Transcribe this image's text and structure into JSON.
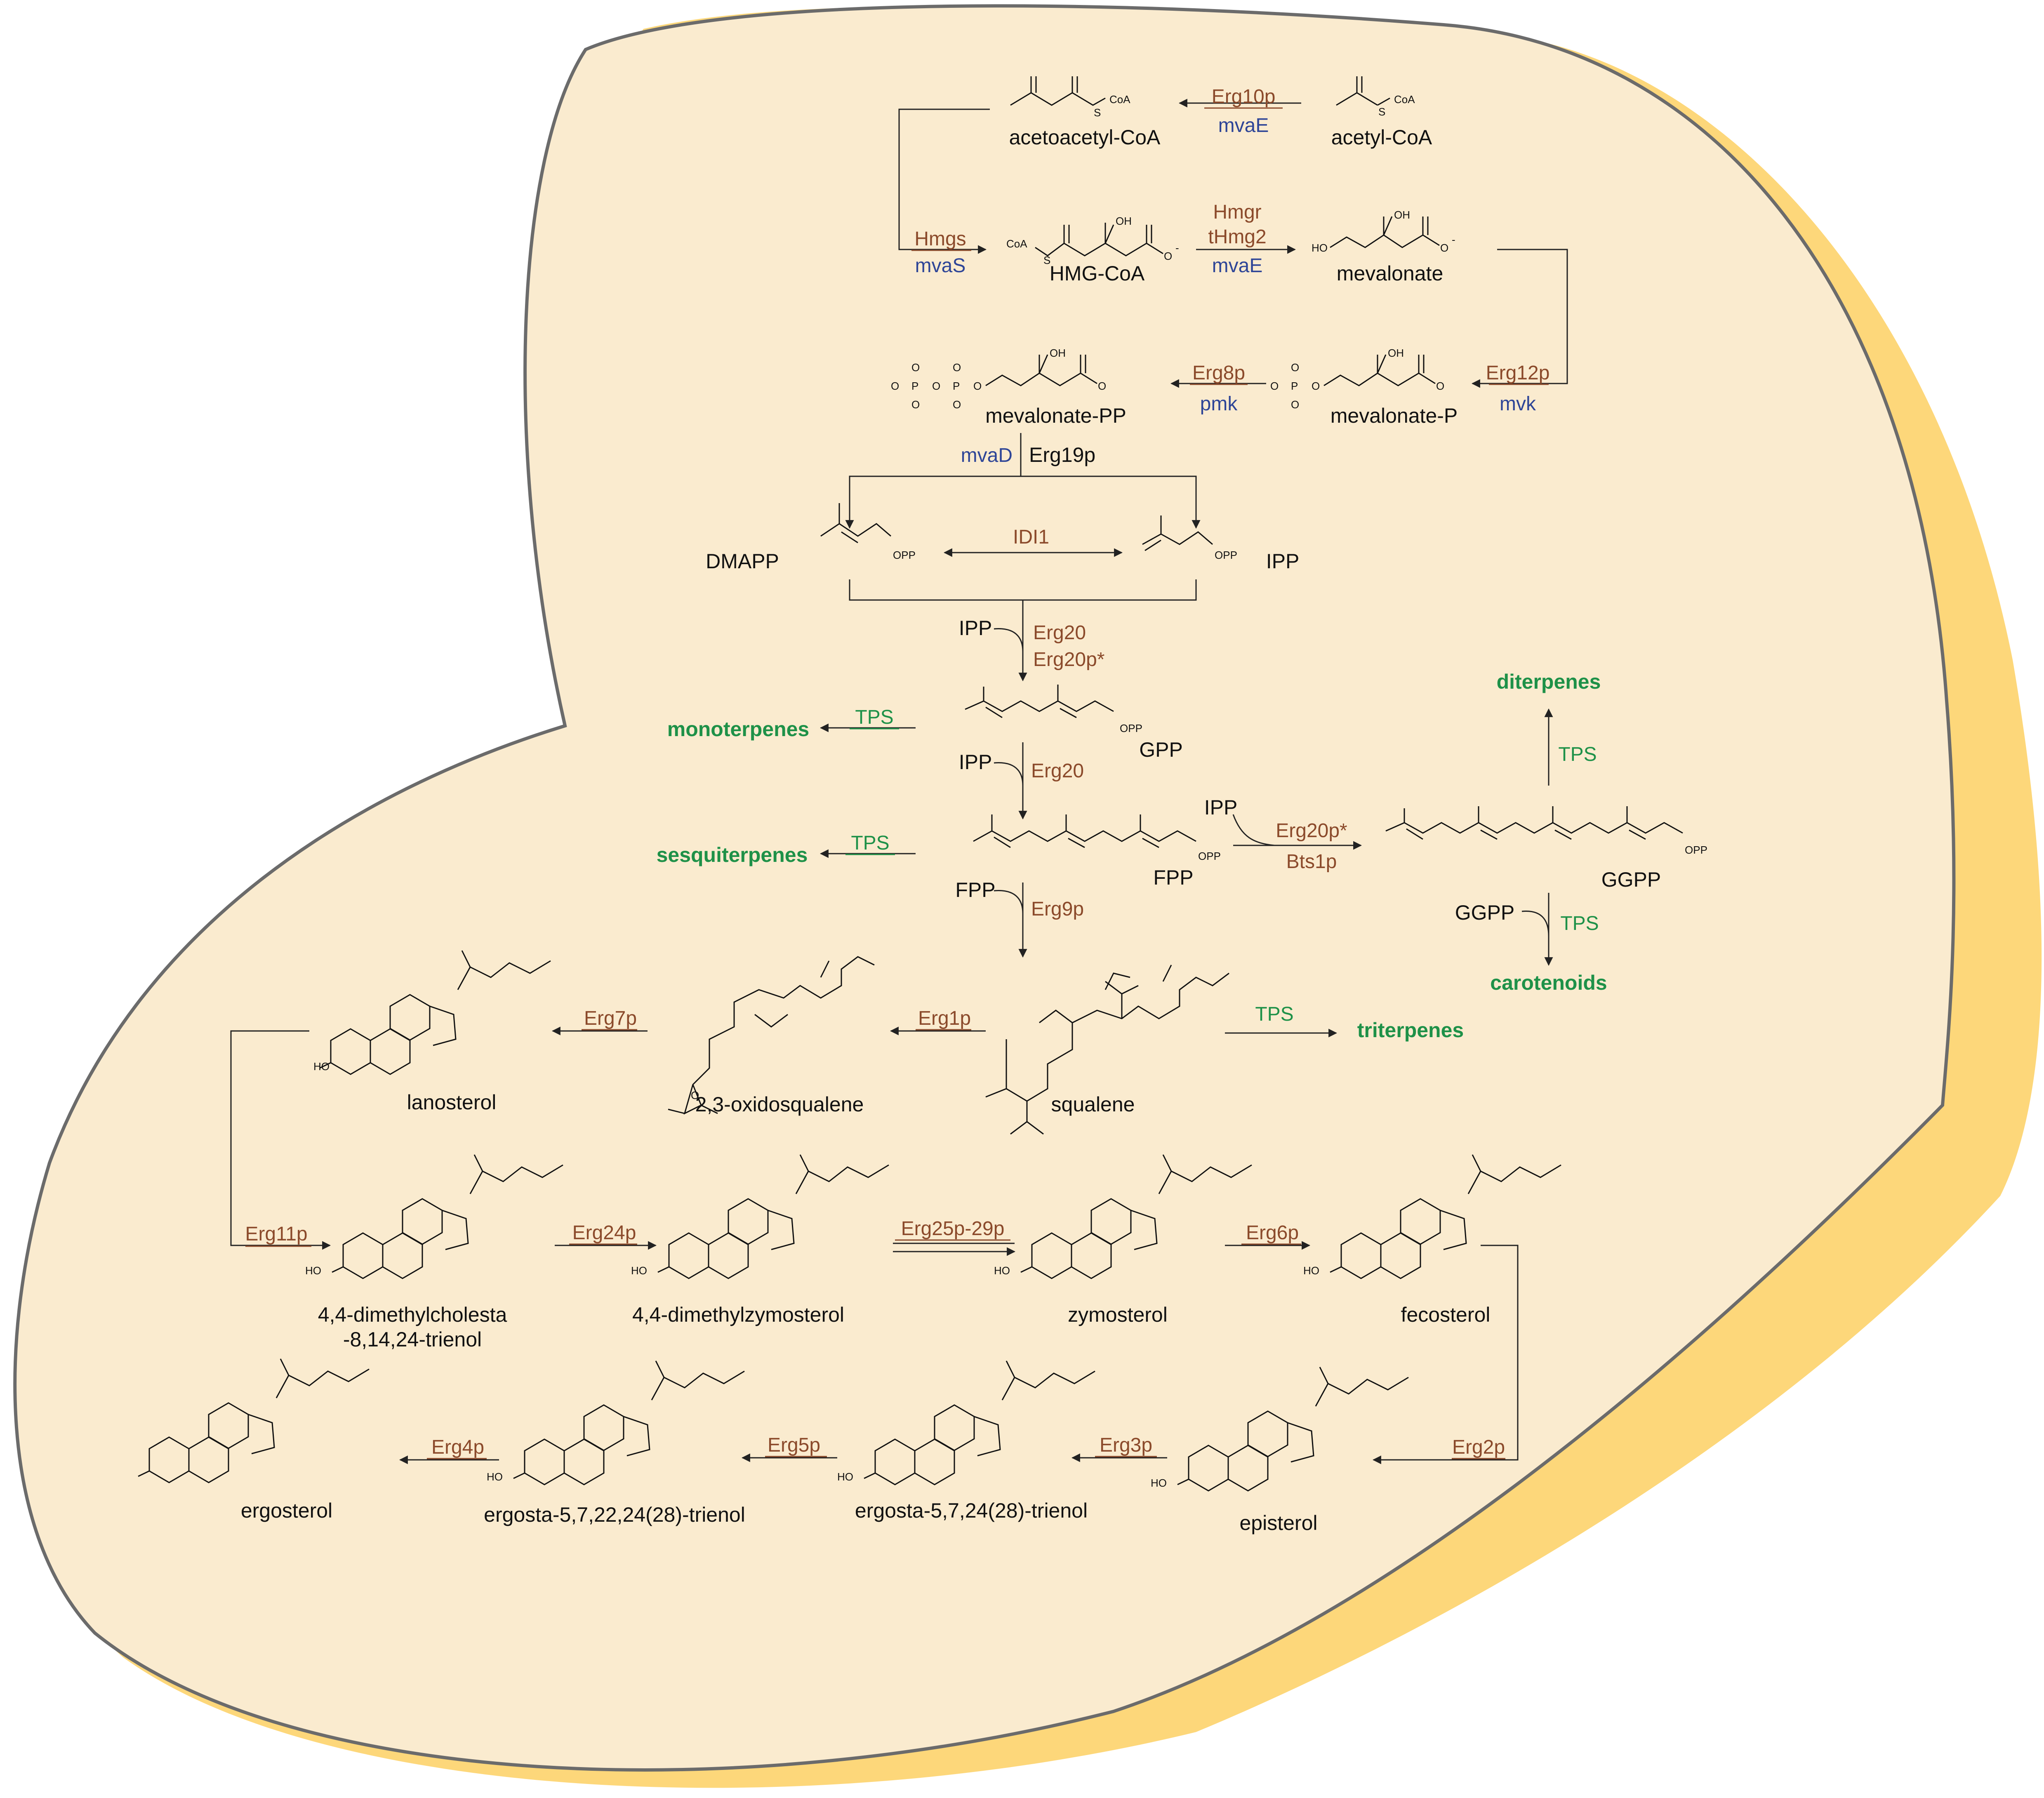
{
  "compounds": {
    "acetoacetyl_coa": "acetoacetyl-CoA",
    "acetyl_coa": "acetyl-CoA",
    "hmg_coa": "HMG-CoA",
    "mevalonate": "mevalonate",
    "mevalonate_pp": "mevalonate-PP",
    "mevalonate_p": "mevalonate-P",
    "dmapp": "DMAPP",
    "ipp": "IPP",
    "gpp": "GPP",
    "fpp": "FPP",
    "ggpp": "GGPP",
    "squalene": "squalene",
    "oxidosqualene": "2,3-oxidosqualene",
    "lanosterol": "lanosterol",
    "dimethylcholesta_1": "4,4-dimethylcholesta",
    "dimethylcholesta_2": "-8,14,24-trienol",
    "dimethylzymosterol": "4,4-dimethylzymosterol",
    "zymosterol": "zymosterol",
    "fecosterol": "fecosterol",
    "episterol": "episterol",
    "ergosta_5_7_24": "ergosta-5,7,24(28)-trienol",
    "ergosta_5_7_22_24": "ergosta-5,7,22,24(28)-trienol",
    "ergosterol": "ergosterol"
  },
  "cosubstrates": {
    "ipp_1": "IPP",
    "ipp_2": "IPP",
    "ipp_3": "IPP",
    "fpp": "FPP",
    "ggpp": "GGPP"
  },
  "enzymes": {
    "erg10p": "Erg10p",
    "mvae_1": "mvaE",
    "hmgs": "Hmgs",
    "mvas": "mvaS",
    "hmgr": "Hmgr",
    "thmg2": "tHmg2",
    "mvae_2": "mvaE",
    "erg12p": "Erg12p",
    "mvk": "mvk",
    "erg8p": "Erg8p",
    "pmk": "pmk",
    "mvad": "mvaD",
    "erg19p": "Erg19p",
    "idi1": "IDI1",
    "erg20_a": "Erg20",
    "erg20p_star_a": "Erg20p*",
    "erg20_b": "Erg20",
    "erg20p_star_b": "Erg20p*",
    "bts1p": "Bts1p",
    "erg9p": "Erg9p",
    "erg1p": "Erg1p",
    "erg7p": "Erg7p",
    "erg11p": "Erg11p",
    "erg24p": "Erg24p",
    "erg25_29p": "Erg25p-29p",
    "erg6p": "Erg6p",
    "erg2p": "Erg2p",
    "erg3p": "Erg3p",
    "erg5p": "Erg5p",
    "erg4p": "Erg4p"
  },
  "tps_labels": {
    "mono": "TPS",
    "sesqui": "TPS",
    "di": "TPS",
    "caro": "TPS",
    "tri": "TPS"
  },
  "products": {
    "monoterpenes": "monoterpenes",
    "sesquiterpenes": "sesquiterpenes",
    "diterpenes": "diterpenes",
    "carotenoids": "carotenoids",
    "triterpenes": "triterpenes"
  },
  "atoms": {
    "coa": "CoA",
    "s": "S",
    "oh": "OH",
    "ho": "HO",
    "o": "O",
    "o_minus": "O",
    "minus": "-",
    "p": "P",
    "opp": "OPP"
  },
  "colors": {
    "cell_fill": "#faebcf",
    "cell_shadow": "#fdd77a",
    "cell_outline": "#6b6b6b",
    "yeast_enzyme": "#8b4a2b",
    "bacterial_enzyme": "#2e4597",
    "terpene_synthase": "#1e9148"
  }
}
